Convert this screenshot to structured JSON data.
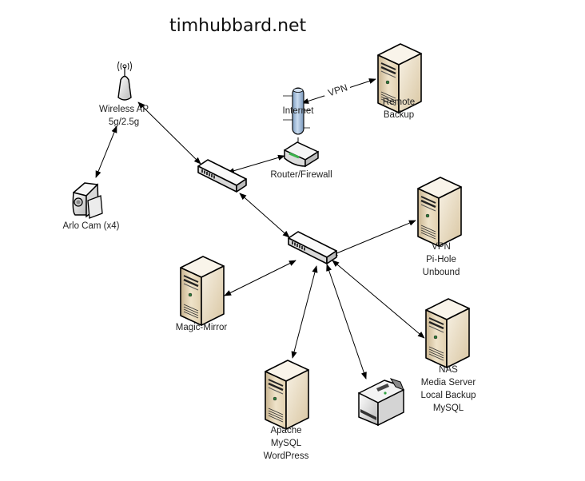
{
  "title": "timhubbard.net",
  "nodes": {
    "wireless_ap": {
      "label_lines": [
        "Wireless AP",
        "5g/2.5g"
      ],
      "icon": "wireless-access-point-icon"
    },
    "arlo_cam": {
      "label_lines": [
        "Arlo Cam (x4)"
      ],
      "icon": "camera-icon"
    },
    "internet": {
      "label_lines": [
        "Internet"
      ],
      "icon": "internet-pipe-icon"
    },
    "remote_backup": {
      "label_lines": [
        "Remote",
        "Backup"
      ],
      "icon": "server-icon"
    },
    "router": {
      "label_lines": [
        "Router/Firewall"
      ],
      "icon": "router-icon"
    },
    "switch_1": {
      "label_lines": [],
      "icon": "network-switch-icon"
    },
    "switch_2": {
      "label_lines": [],
      "icon": "network-switch-icon"
    },
    "vpn_server": {
      "label_lines": [
        "VPN",
        "Pi-Hole",
        "Unbound"
      ],
      "icon": "server-icon"
    },
    "magic_mirror": {
      "label_lines": [
        "Magic-Mirror"
      ],
      "icon": "server-icon"
    },
    "nas": {
      "label_lines": [
        "NAS",
        "Media Server",
        "Local Backup",
        "MySQL"
      ],
      "icon": "server-icon"
    },
    "web_server": {
      "label_lines": [
        "Apache",
        "MySQL",
        "WordPress"
      ],
      "icon": "server-icon"
    },
    "printer": {
      "label_lines": [],
      "icon": "printer-icon"
    }
  },
  "connections": [
    {
      "from": "arlo_cam",
      "to": "wireless_ap",
      "label": ""
    },
    {
      "from": "wireless_ap",
      "to": "switch_1",
      "label": ""
    },
    {
      "from": "switch_1",
      "to": "router",
      "label": ""
    },
    {
      "from": "internet",
      "to": "remote_backup",
      "label": "VPN"
    },
    {
      "from": "switch_1",
      "to": "switch_2",
      "label": ""
    },
    {
      "from": "switch_2",
      "to": "vpn_server",
      "label": ""
    },
    {
      "from": "switch_2",
      "to": "magic_mirror",
      "label": ""
    },
    {
      "from": "switch_2",
      "to": "web_server",
      "label": ""
    },
    {
      "from": "switch_2",
      "to": "printer",
      "label": ""
    },
    {
      "from": "switch_2",
      "to": "nas",
      "label": ""
    }
  ],
  "labels": {
    "wireless_ap": "Wireless AP\n5g/2.5g",
    "arlo_cam": "Arlo Cam (x4)",
    "internet": "Internet",
    "remote_backup": "Remote\nBackup",
    "router": "Router/Firewall",
    "vpn_server": "VPN\nPi-Hole\nUnbound",
    "magic_mirror": "Magic-Mirror",
    "nas": "NAS\nMedia Server\nLocal Backup\nMySQL",
    "web_server": "Apache\nMySQL\nWordPress",
    "vpn_link": "VPN"
  }
}
